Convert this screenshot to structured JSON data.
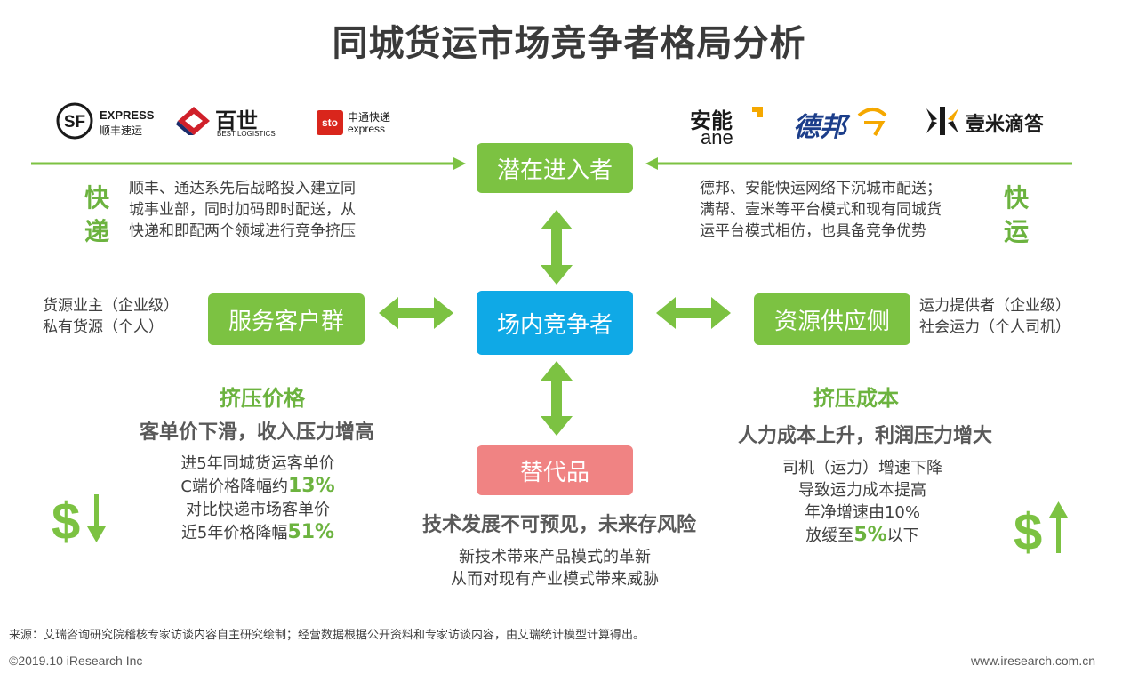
{
  "title": "同城货运市场竞争者格局分析",
  "logos_left": [
    {
      "icon": "sf-express-logo",
      "text_top": "EXPRESS",
      "text_bottom": "顺丰速运",
      "mark": "SF"
    },
    {
      "icon": "best-logistics-logo",
      "text_top": "百世",
      "text_bottom": "BEST LOGISTICS"
    },
    {
      "icon": "sto-express-logo",
      "mark": "sto",
      "text_top": "申通快递",
      "text_bottom": "express"
    }
  ],
  "logos_right": [
    {
      "icon": "ane-logo",
      "text_top": "安能",
      "text_bottom": "ane"
    },
    {
      "icon": "deppon-logo",
      "text": "德邦"
    },
    {
      "icon": "yimidida-logo",
      "text": "壹米滴答"
    }
  ],
  "potential_entrants": {
    "label": "潜在进入者"
  },
  "express_label": [
    "快",
    "递"
  ],
  "freight_label": [
    "快",
    "运"
  ],
  "express_desc": [
    "顺丰、通达系先后战略投入建立同",
    "城事业部，同时加码即时配送，从",
    "快递和即配两个领域进行竞争挤压"
  ],
  "freight_desc": [
    "德邦、安能快运网络下沉城市配送；",
    "满帮、壹米等平台模式和现有同城货",
    "运平台模式相仿，也具备竞争优势"
  ],
  "service_customers": {
    "label": "服务客户群",
    "notes": [
      "货源业主（企业级）",
      "私有货源（个人）"
    ]
  },
  "competitors": {
    "label": "场内竞争者"
  },
  "supply_side": {
    "label": "资源供应侧",
    "notes": [
      "运力提供者（企业级）",
      "社会运力（个人司机）"
    ]
  },
  "substitutes": {
    "label": "替代品"
  },
  "squeeze_price": {
    "title": "挤压价格",
    "subtitle": "客单价下滑，收入压力增高",
    "lines": [
      {
        "pre": "进5年同城货运客单价",
        "hl": "",
        "post": ""
      },
      {
        "pre": "C端价格降幅约",
        "hl": "13%",
        "post": ""
      },
      {
        "pre": "对比快递市场客单价",
        "hl": "",
        "post": ""
      },
      {
        "pre": "近5年价格降幅",
        "hl": "51%",
        "post": ""
      }
    ],
    "icon": "dollar-down-icon"
  },
  "squeeze_cost": {
    "title": "挤压成本",
    "subtitle": "人力成本上升，利润压力增大",
    "lines": [
      {
        "pre": "司机（运力）增速下降",
        "hl": "",
        "post": ""
      },
      {
        "pre": "导致运力成本提高",
        "hl": "",
        "post": ""
      },
      {
        "pre": "年净增速由10%",
        "hl": "",
        "post": ""
      },
      {
        "pre": "放缓至",
        "hl": "5%",
        "post": "以下"
      }
    ],
    "icon": "dollar-up-icon"
  },
  "tech_risk": {
    "title": "技术发展不可预见，未来存风险",
    "lines": [
      "新技术带来产品模式的革新",
      "从而对现有产业模式带来威胁"
    ]
  },
  "source": "来源：艾瑞咨询研究院稽核专家访谈内容自主研究绘制；经营数据根据公开资料和专家访谈内容，由艾瑞统计模型计算得出。",
  "copyright": "©2019.10 iResearch Inc",
  "website": "www.iresearch.com.cn",
  "colors": {
    "green": "#7cc242",
    "blue": "#0fa9e6",
    "pink": "#f08383",
    "text_green": "#6cb33f"
  }
}
